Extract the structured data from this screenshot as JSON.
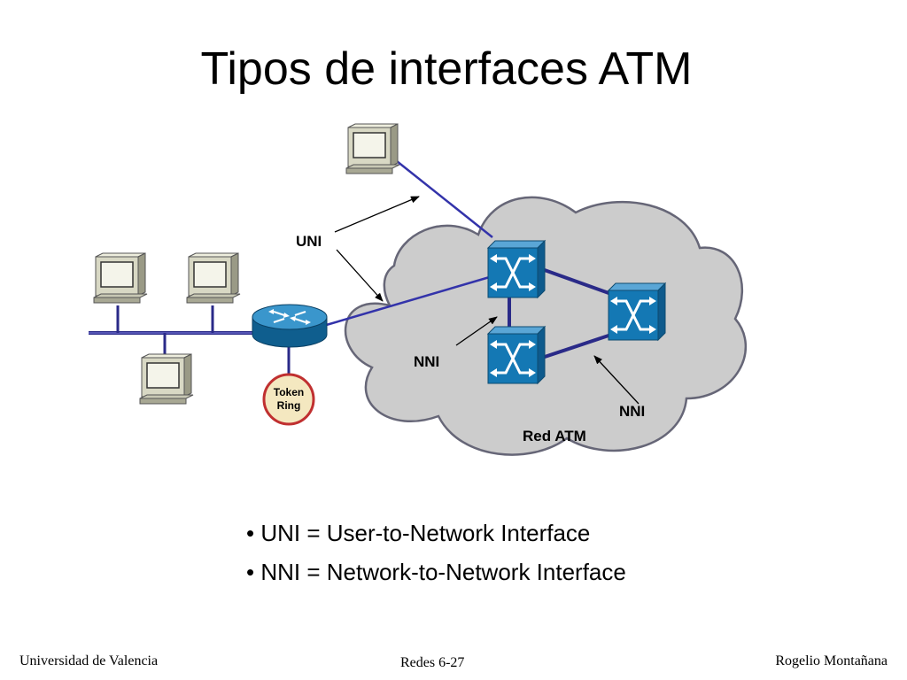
{
  "title": "Tipos de interfaces ATM",
  "diagram": {
    "labels": {
      "uni": "UNI",
      "nni_left": "NNI",
      "nni_right": "NNI",
      "network": "Red ATM",
      "token_ring_line1": "Token",
      "token_ring_line2": "Ring"
    },
    "colors": {
      "link": "#3333aa",
      "cloud_fill": "#cccccc",
      "cloud_stroke": "#666677",
      "switch_blue": "#1478b4",
      "router_blue": "#1f7fb8",
      "token_ring_border": "#c03030",
      "token_ring_fill": "#f4e8c0"
    },
    "icons": [
      "computer-icon",
      "router-icon",
      "atm-switch-icon",
      "token-ring-icon",
      "cloud-icon"
    ]
  },
  "bullets": [
    "• UNI = User-to-Network Interface",
    "• NNI = Network-to-Network Interface"
  ],
  "footer": {
    "left": "Universidad de Valencia",
    "center": "Redes 6-27",
    "right": "Rogelio Montañana"
  }
}
